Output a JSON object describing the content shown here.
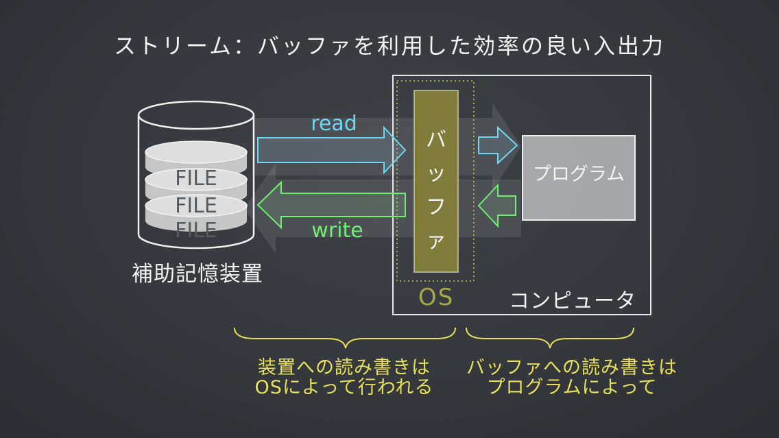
{
  "title": "ストリーム：バッファを利用した効率の良い入出力",
  "storage": {
    "label": "補助記憶装置",
    "files": [
      "FILE",
      "FILE",
      "FILE"
    ]
  },
  "arrows": {
    "read_label": "read",
    "write_label": "write"
  },
  "buffer": {
    "chars": [
      "バ",
      "ッ",
      "フ",
      "ァ"
    ]
  },
  "os_label": "OS",
  "program_label": "プログラム",
  "computer_label": "コンピュータ",
  "notes": {
    "left": [
      "装置への読み書きは",
      "OSによって行われる"
    ],
    "right": [
      "バッファへの読み書きは",
      "プログラムによって"
    ]
  },
  "colors": {
    "read": "#6ed8f0",
    "write": "#6ef06e",
    "buffer": "#7f7c3c",
    "note": "#e6e05a",
    "os": "#a8a848"
  }
}
